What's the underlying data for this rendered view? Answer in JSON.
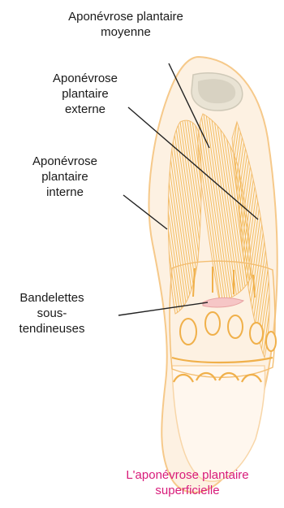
{
  "labels": {
    "moyenne": [
      "Aponévrose plantaire",
      "moyenne"
    ],
    "externe": [
      "Aponévrose",
      "plantaire",
      "externe"
    ],
    "interne": [
      "Aponévrose",
      "plantaire",
      "interne"
    ],
    "bandelettes": [
      "Bandelettes",
      "sous-",
      "tendineuses"
    ]
  },
  "caption": [
    "L'aponévrose plantaire",
    "superficielle"
  ],
  "colors": {
    "caption": "#d81b7a",
    "foot_outline": "#f6c98a",
    "fascia": "#f0b04a",
    "toe_nail": "#cfc9b8",
    "leader": "#222222"
  }
}
